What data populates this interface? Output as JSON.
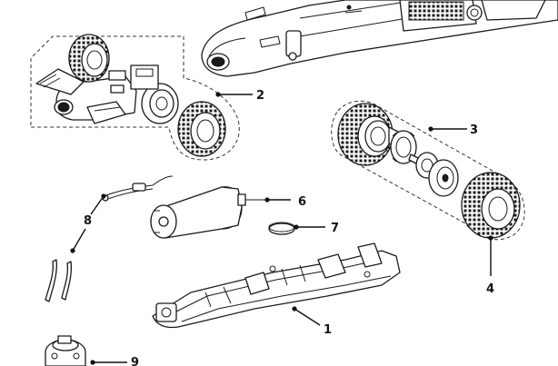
{
  "callouts": {
    "c1": "1",
    "c2": "2",
    "c3": "3",
    "c4": "4",
    "c6": "6",
    "c7": "7",
    "c8": "8",
    "c9": "9"
  },
  "icons": {
    "car_body": "f1-car-body-icon",
    "front_axle": "front-axle-assembly-icon",
    "rear_axle": "rear-axle-assembly-icon",
    "rear_tyre": "rear-tyre-icon",
    "motor": "electric-motor-icon",
    "magnet": "magnet-disc-icon",
    "wires": "lead-wires-braids-icon",
    "chassis": "chassis-frame-icon",
    "guide": "guide-blade-icon"
  },
  "colors": {
    "line": "#1a1a1a",
    "background": "#ffffff"
  }
}
